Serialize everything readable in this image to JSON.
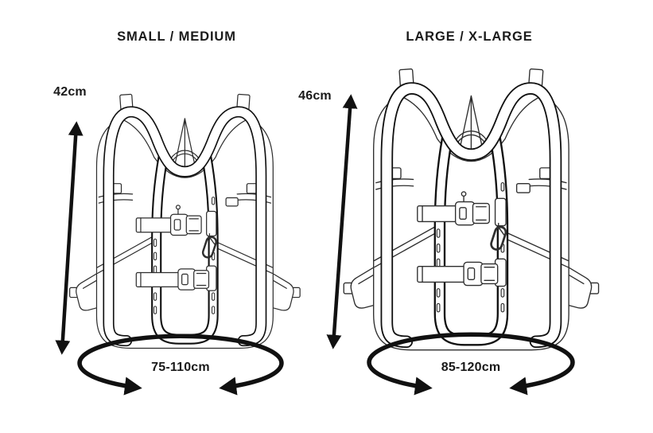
{
  "sizes": [
    {
      "id": "small-medium",
      "title": "SMALL / MEDIUM",
      "height_label": "42cm",
      "girth_label": "75-110cm"
    },
    {
      "id": "large-xlarge",
      "title": "LARGE / X-LARGE",
      "height_label": "46cm",
      "girth_label": "85-120cm"
    }
  ],
  "icons": {
    "height_arrow": "vertical-double-headed-arrow",
    "girth_arrow": "ellipse-with-inward-arrows",
    "illustration": "harness-backpack-line-drawing"
  },
  "colors": {
    "background": "#ffffff",
    "line": "#2e2e2e",
    "accent": "#111111",
    "text": "#1a1a1a"
  }
}
